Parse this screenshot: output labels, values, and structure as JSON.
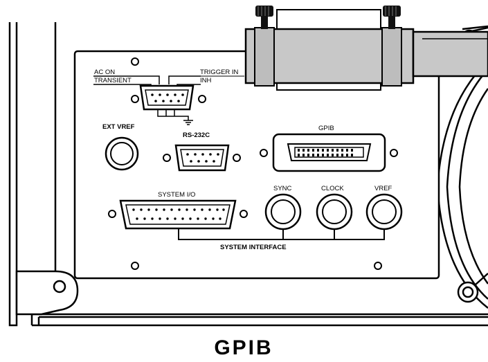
{
  "panel": {
    "ac_on_label": "AC ON",
    "transient_label": "TRANSIENT",
    "trigger_in_label": "TRIGGER IN",
    "inh_label": "INH",
    "ext_vref_label": "EXT VREF",
    "rs232c_label": "RS-232C",
    "gpib_label": "GPIB",
    "system_io_label": "SYSTEM I/O",
    "sync_label": "SYNC",
    "clock_label": "CLOCK",
    "vref_label": "VREF",
    "system_interface_label": "SYSTEM INTERFACE"
  },
  "caption": "GPIB"
}
